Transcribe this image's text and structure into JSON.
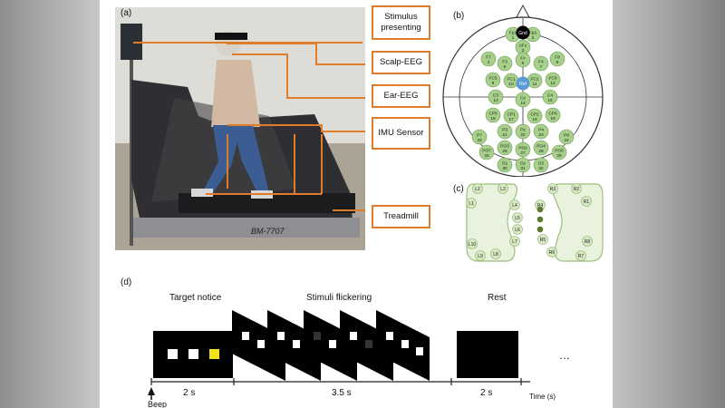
{
  "panels": {
    "a": "(a)",
    "b": "(b)",
    "c": "(c)",
    "d": "(d)"
  },
  "callouts": [
    {
      "text": "Stimulus presenting"
    },
    {
      "text": "Scalp-EEG"
    },
    {
      "text": "Ear-EEG"
    },
    {
      "text": "IMU Sensor"
    },
    {
      "text": "Treadmill"
    }
  ],
  "treadmill_brand": "BM-7707",
  "scalp": {
    "gnd": "Gnd",
    "ref": "Ref",
    "electrodes": [
      {
        "name": "Fp1",
        "n": "1"
      },
      {
        "name": "Fp2",
        "n": "2"
      },
      {
        "name": "AFz",
        "n": "3"
      },
      {
        "name": "F7",
        "n": "4"
      },
      {
        "name": "F3",
        "n": "5"
      },
      {
        "name": "Fz",
        "n": "6"
      },
      {
        "name": "F4",
        "n": "7"
      },
      {
        "name": "F8",
        "n": "8"
      },
      {
        "name": "FC5",
        "n": "9"
      },
      {
        "name": "FC1",
        "n": "10"
      },
      {
        "name": "FC2",
        "n": "11"
      },
      {
        "name": "FC6",
        "n": "12"
      },
      {
        "name": "C3",
        "n": "13"
      },
      {
        "name": "Cz",
        "n": "14"
      },
      {
        "name": "C4",
        "n": "15"
      },
      {
        "name": "CP5",
        "n": "16"
      },
      {
        "name": "CP1",
        "n": "17"
      },
      {
        "name": "CP2",
        "n": "18"
      },
      {
        "name": "CP6",
        "n": "19"
      },
      {
        "name": "P7",
        "n": "20"
      },
      {
        "name": "P3",
        "n": "21"
      },
      {
        "name": "Pz",
        "n": "22"
      },
      {
        "name": "P4",
        "n": "23"
      },
      {
        "name": "P8",
        "n": "24"
      },
      {
        "name": "PO7",
        "n": "25"
      },
      {
        "name": "PO3",
        "n": "26"
      },
      {
        "name": "POz",
        "n": "27"
      },
      {
        "name": "PO4",
        "n": "28"
      },
      {
        "name": "PO8",
        "n": "29"
      },
      {
        "name": "O1",
        "n": "30"
      },
      {
        "name": "Oz",
        "n": "31"
      },
      {
        "name": "O2",
        "n": "32"
      }
    ]
  },
  "ear": {
    "left": [
      "L2",
      "L3",
      "L1",
      "L4",
      "L5",
      "L6",
      "L7",
      "L10",
      "L8",
      "L9"
    ],
    "right": [
      "R3",
      "R2",
      "R1",
      "R4",
      "R5",
      "R8",
      "R6",
      "R7"
    ]
  },
  "timeline": {
    "phases": [
      "Target notice",
      "Stimuli flickering",
      "Rest"
    ],
    "durations": [
      "2 s",
      "3.5 s",
      "2 s"
    ],
    "beep": "Beep",
    "axis_label": "Time (s)",
    "ellipsis": "…",
    "target_color": "#f0e21a"
  },
  "colors": {
    "accent": "#e07b2a",
    "electrode": "#a7d08a",
    "ref": "#5b9bd5"
  }
}
